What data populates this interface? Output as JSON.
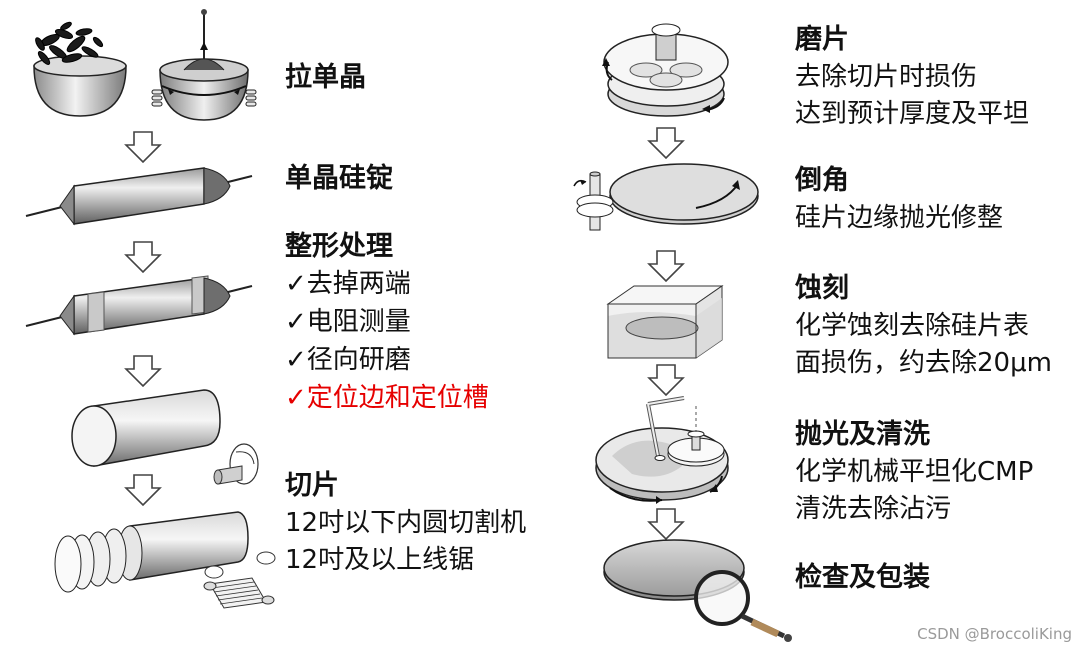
{
  "left": {
    "step1": {
      "title": "拉单晶"
    },
    "step2": {
      "title": "单晶硅锭"
    },
    "step3": {
      "title": "整形处理",
      "items": [
        "✓去掉两端",
        "✓电阻测量",
        "✓径向研磨",
        "✓定位边和定位槽"
      ]
    },
    "step4": {
      "title": "切片",
      "items": [
        "12吋以下内圆切割机",
        "12吋及以上线锯"
      ]
    }
  },
  "right": {
    "step1": {
      "title": "磨片",
      "items": [
        "去除切片时损伤",
        "达到预计厚度及平坦"
      ]
    },
    "step2": {
      "title": "倒角",
      "items": [
        "硅片边缘抛光修整"
      ]
    },
    "step3": {
      "title": "蚀刻",
      "items": [
        "化学蚀刻去除硅片表",
        "面损伤，约去除20μm"
      ]
    },
    "step4": {
      "title": "抛光及清洗",
      "items": [
        "化学机械平坦化CMP",
        "清洗去除沾污"
      ]
    },
    "step5": {
      "title": "检查及包装"
    }
  },
  "watermark": "CSDN @BroccoliKing",
  "colors": {
    "text": "#111111",
    "highlight": "#e60000"
  },
  "icons": [
    "crucible-icon",
    "crystal-puller-icon",
    "ingot-icon",
    "cylinder-icon",
    "wafer-slices-icon",
    "wire-saw-icon",
    "lapping-machine-icon",
    "edge-grinder-icon",
    "etch-tank-icon",
    "cmp-polisher-icon",
    "magnifier-icon",
    "down-arrow-icon"
  ]
}
